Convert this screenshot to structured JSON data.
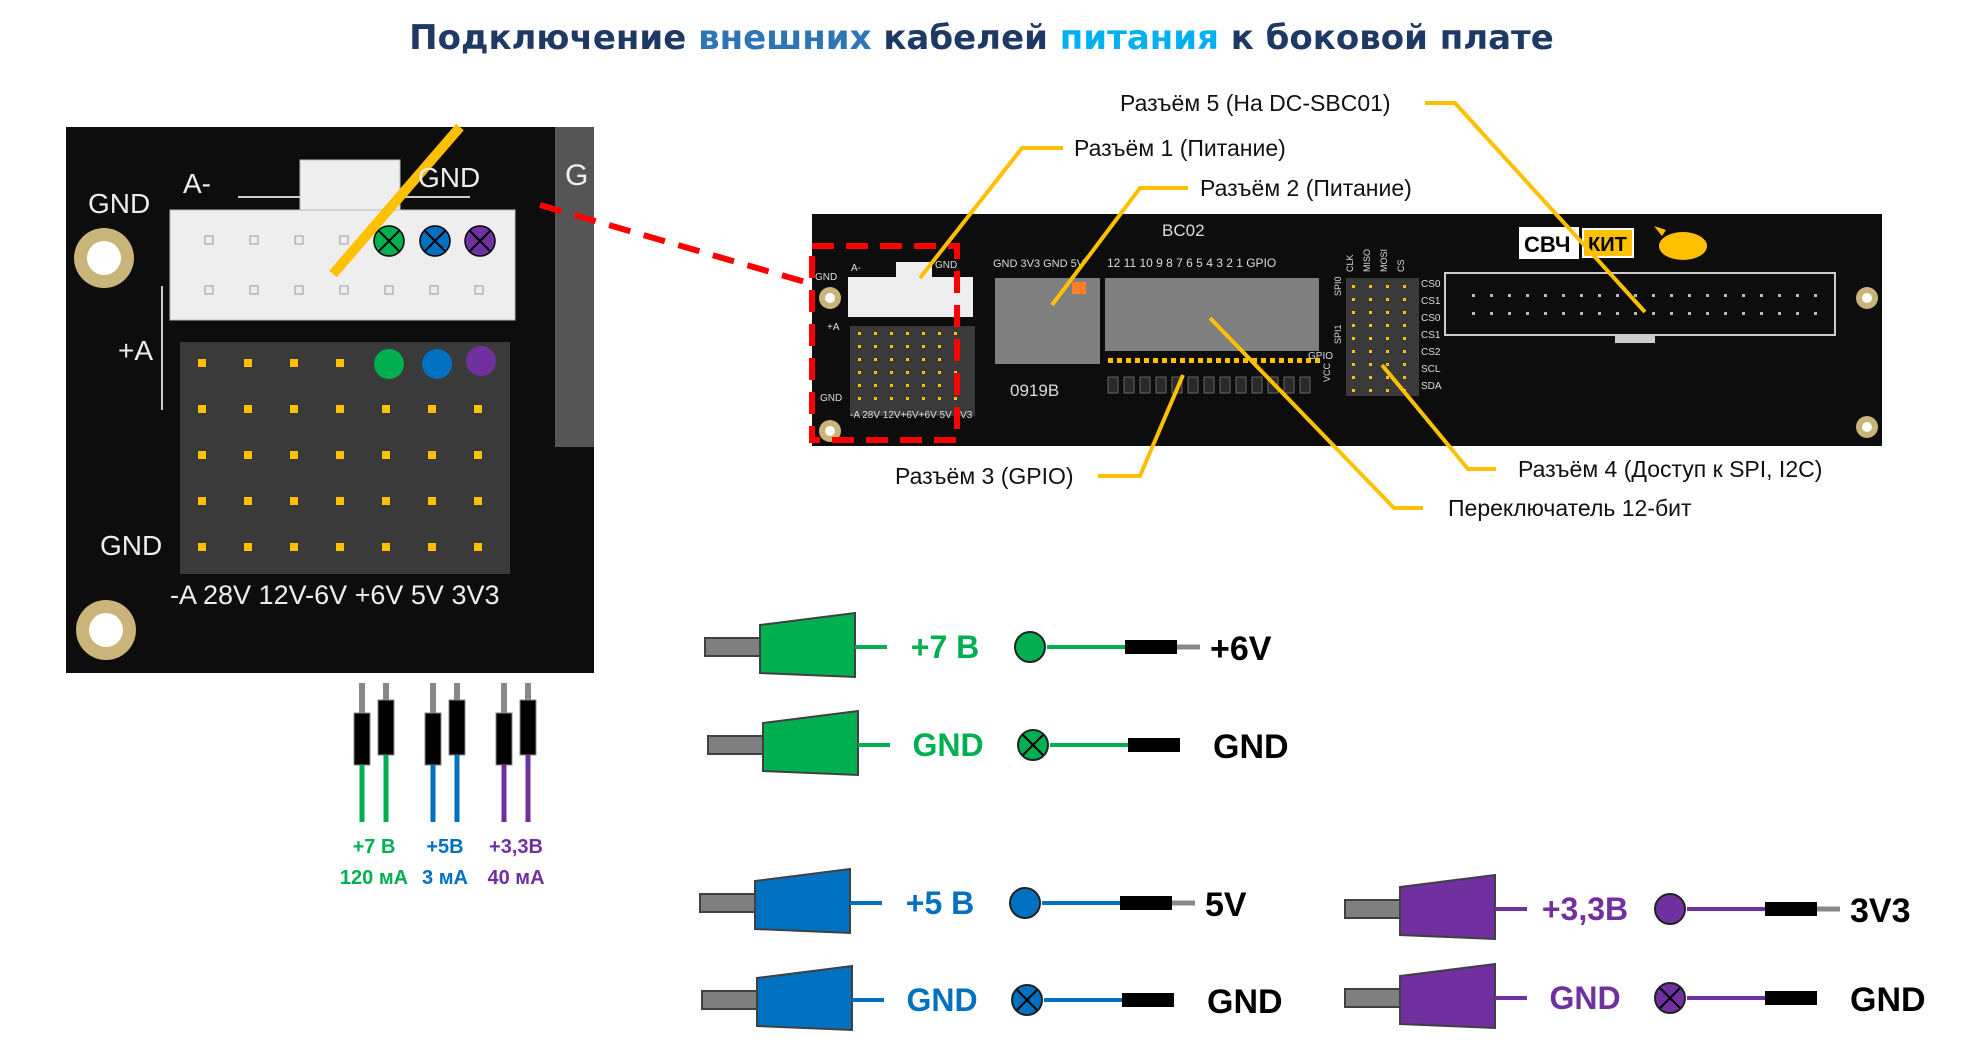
{
  "title": {
    "part1": "Подключение ",
    "part2": "внешних",
    "part3": " кабелей ",
    "part4": "питания",
    "part5": " к боковой плате"
  },
  "colors": {
    "title": "#1f3864",
    "title_accent_blue": "#2e75b6",
    "title_accent_cyan": "#00b0f0",
    "green": "#00b050",
    "blue": "#0070c0",
    "purple": "#7030a0",
    "callout": "#ffc000",
    "highlight_red": "#ff0000",
    "pin_gold": "#ffc000",
    "board": "#0d0d0d"
  },
  "zoom_board": {
    "top_label_left": "A-",
    "top_label_right": "GND",
    "left_gnd_top": "GND",
    "left_plus_a": "+A",
    "left_gnd_bottom": "GND",
    "bottom_labels": "-A 28V 12V-6V +6V 5V 3V3",
    "right_stub_label": "G"
  },
  "board": {
    "model": "BC02",
    "part_number": "0919B",
    "logo_left": "СВЧ",
    "logo_right": "КИТ",
    "small_gnd_1": "GND",
    "small_a_minus": "A-",
    "small_gnd_2": "GND",
    "small_plus_a": "+A",
    "small_gnd_3": "GND",
    "small_bottom_labels": "-A 28V 12V+6V+6V 5V 3V3",
    "power2_labels": "GND 3V3 GND 5V",
    "gpio_numbers": "12 11 10 9 8 7 6 5 4 3 2 1 GPIO",
    "gpio_side": "GPIO",
    "vcc_label": "VCC",
    "spi_top_labels": [
      "CLK",
      "MISO",
      "MOSI",
      "CS"
    ],
    "spi_side_labels": [
      "SPI0",
      "SPI1"
    ],
    "cs_labels": [
      "CS0",
      "CS1",
      "CS0",
      "CS1",
      "CS2",
      "SCL",
      "SDA"
    ]
  },
  "callouts": {
    "connector5": "Разъём 5 (На DC-SBC01)",
    "connector1": "Разъём 1 (Питание)",
    "connector2": "Разъём 2 (Питание)",
    "connector3": "Разъём 3 (GPIO)",
    "connector4": "Разъём 4 (Доступ к SPI, I2C)",
    "switch12": "Переключатель 12-бит"
  },
  "pin_cables": [
    {
      "line1": "+7 В",
      "line2": "120 мА",
      "color": "#00b050"
    },
    {
      "line1": "+5В",
      "line2": "3 мА",
      "color": "#0070c0"
    },
    {
      "line1": "+3,3В",
      "line2": "40 мА",
      "color": "#7030a0"
    }
  ],
  "cables": [
    {
      "label": "+7 В",
      "target": "+6V",
      "color": "#00b050",
      "symbol": "dot"
    },
    {
      "label": "GND",
      "target": "GND",
      "color": "#00b050",
      "symbol": "cross"
    },
    {
      "label": "+5 В",
      "target": "5V",
      "color": "#0070c0",
      "symbol": "dot"
    },
    {
      "label": "GND",
      "target": "GND",
      "color": "#0070c0",
      "symbol": "cross"
    },
    {
      "label": "+3,3В",
      "target": "3V3",
      "color": "#7030a0",
      "symbol": "dot"
    },
    {
      "label": "GND",
      "target": "GND",
      "color": "#7030a0",
      "symbol": "cross"
    }
  ]
}
